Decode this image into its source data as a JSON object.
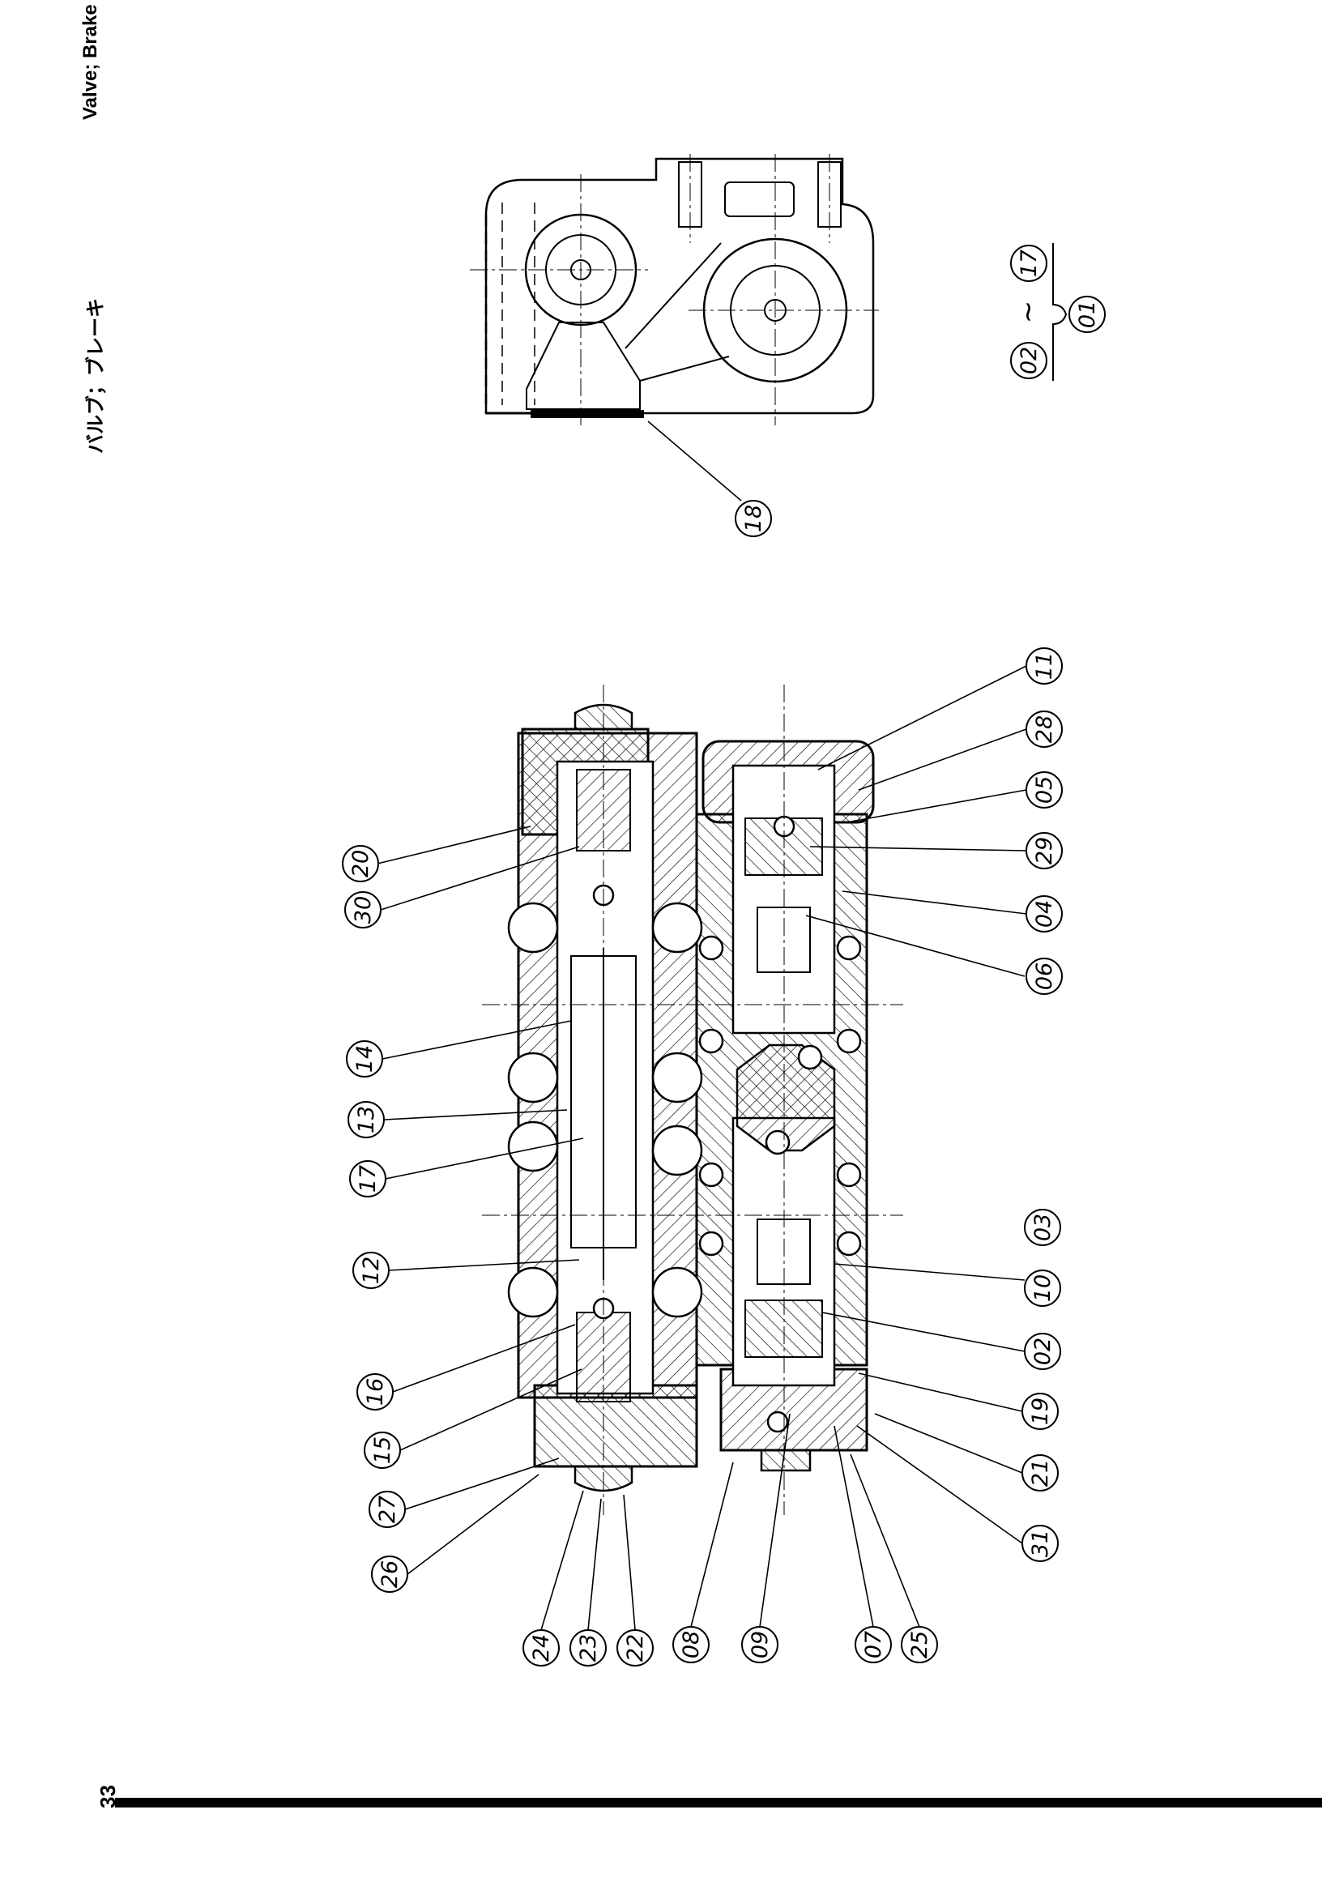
{
  "header": {
    "title_ja": "バルブ；ブレーキ",
    "title_en": "Valve; Brake"
  },
  "footer": {
    "page_number": "33"
  },
  "callouts": {
    "c01": "01",
    "c02": "02",
    "c03": "03",
    "c04": "04",
    "c05": "05",
    "c06": "06",
    "c07": "07",
    "c08": "08",
    "c09": "09",
    "c10": "10",
    "c11": "11",
    "c12": "12",
    "c13": "13",
    "c14": "14",
    "c15": "15",
    "c16": "16",
    "c17": "17",
    "c18": "18",
    "c19": "19",
    "c20": "20",
    "c21": "21",
    "c22": "22",
    "c23": "23",
    "c24": "24",
    "c25": "25",
    "c26": "26",
    "c27": "27",
    "c28": "28",
    "c29": "29",
    "c30": "30",
    "c31": "31"
  },
  "assembly_note": {
    "tilde": "~"
  }
}
